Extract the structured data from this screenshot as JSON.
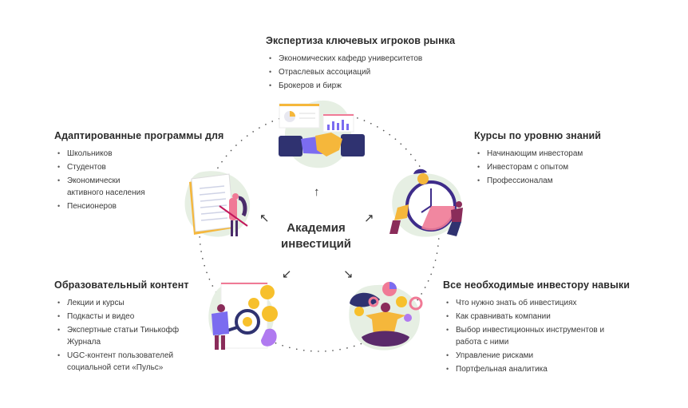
{
  "center": {
    "line1": "Академия",
    "line2": "инвестиций"
  },
  "sections": {
    "expertise": {
      "title": "Экспертиза ключевых игроков рынка",
      "items": [
        "Экономических кафедр университетов",
        "Отраслевых ассоциаций",
        "Брокеров и бирж"
      ]
    },
    "adapted": {
      "title": "Адаптированные программы для",
      "items": [
        "Школьников",
        "Студентов",
        "Экономически активного населения",
        "Пенсионеров"
      ]
    },
    "courses": {
      "title": "Курсы по уровню знаний",
      "items": [
        "Начинающим инвесторам",
        "Инвесторам с опытом",
        "Профессионалам"
      ]
    },
    "content": {
      "title": "Образовательный контент",
      "items": [
        "Лекции и курсы",
        "Подкасты и видео",
        "Экспертные статьи Тинькофф Журнала",
        "UGC-контент пользователей социальной сети «Пульс»"
      ]
    },
    "skills": {
      "title": "Все необходимые инвестору навыки",
      "items": [
        "Что нужно знать об инвестициях",
        "Как сравнивать компании",
        "Выбор инвестиционных инструментов и работа с ними",
        "Управление рисками",
        "Портфельная аналитика"
      ]
    }
  },
  "arrows": {
    "up": "↑",
    "upleft": "↖",
    "upright": "↗",
    "downleft": "↙",
    "downright": "↘"
  },
  "colors": {
    "blob": "#e6efe3",
    "purple": "#7b6cf0",
    "navy": "#2f3270",
    "yellow": "#f5b73b",
    "pink": "#f07a96",
    "coin": "#f7c02c"
  }
}
